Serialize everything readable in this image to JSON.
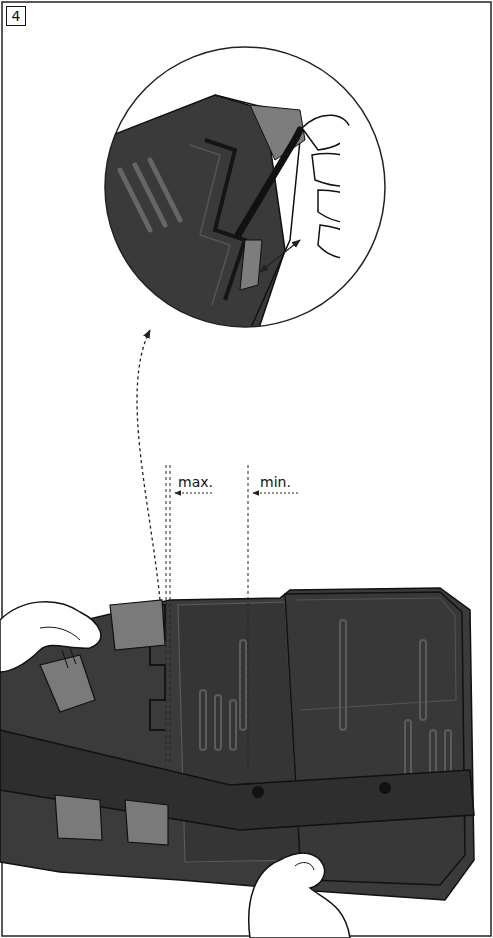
{
  "diagram": {
    "nodes": [
      {
        "text": [
          "4"
        ]
      }
    ],
    "labels": [
      "max.",
      "min."
    ]
  }
}
